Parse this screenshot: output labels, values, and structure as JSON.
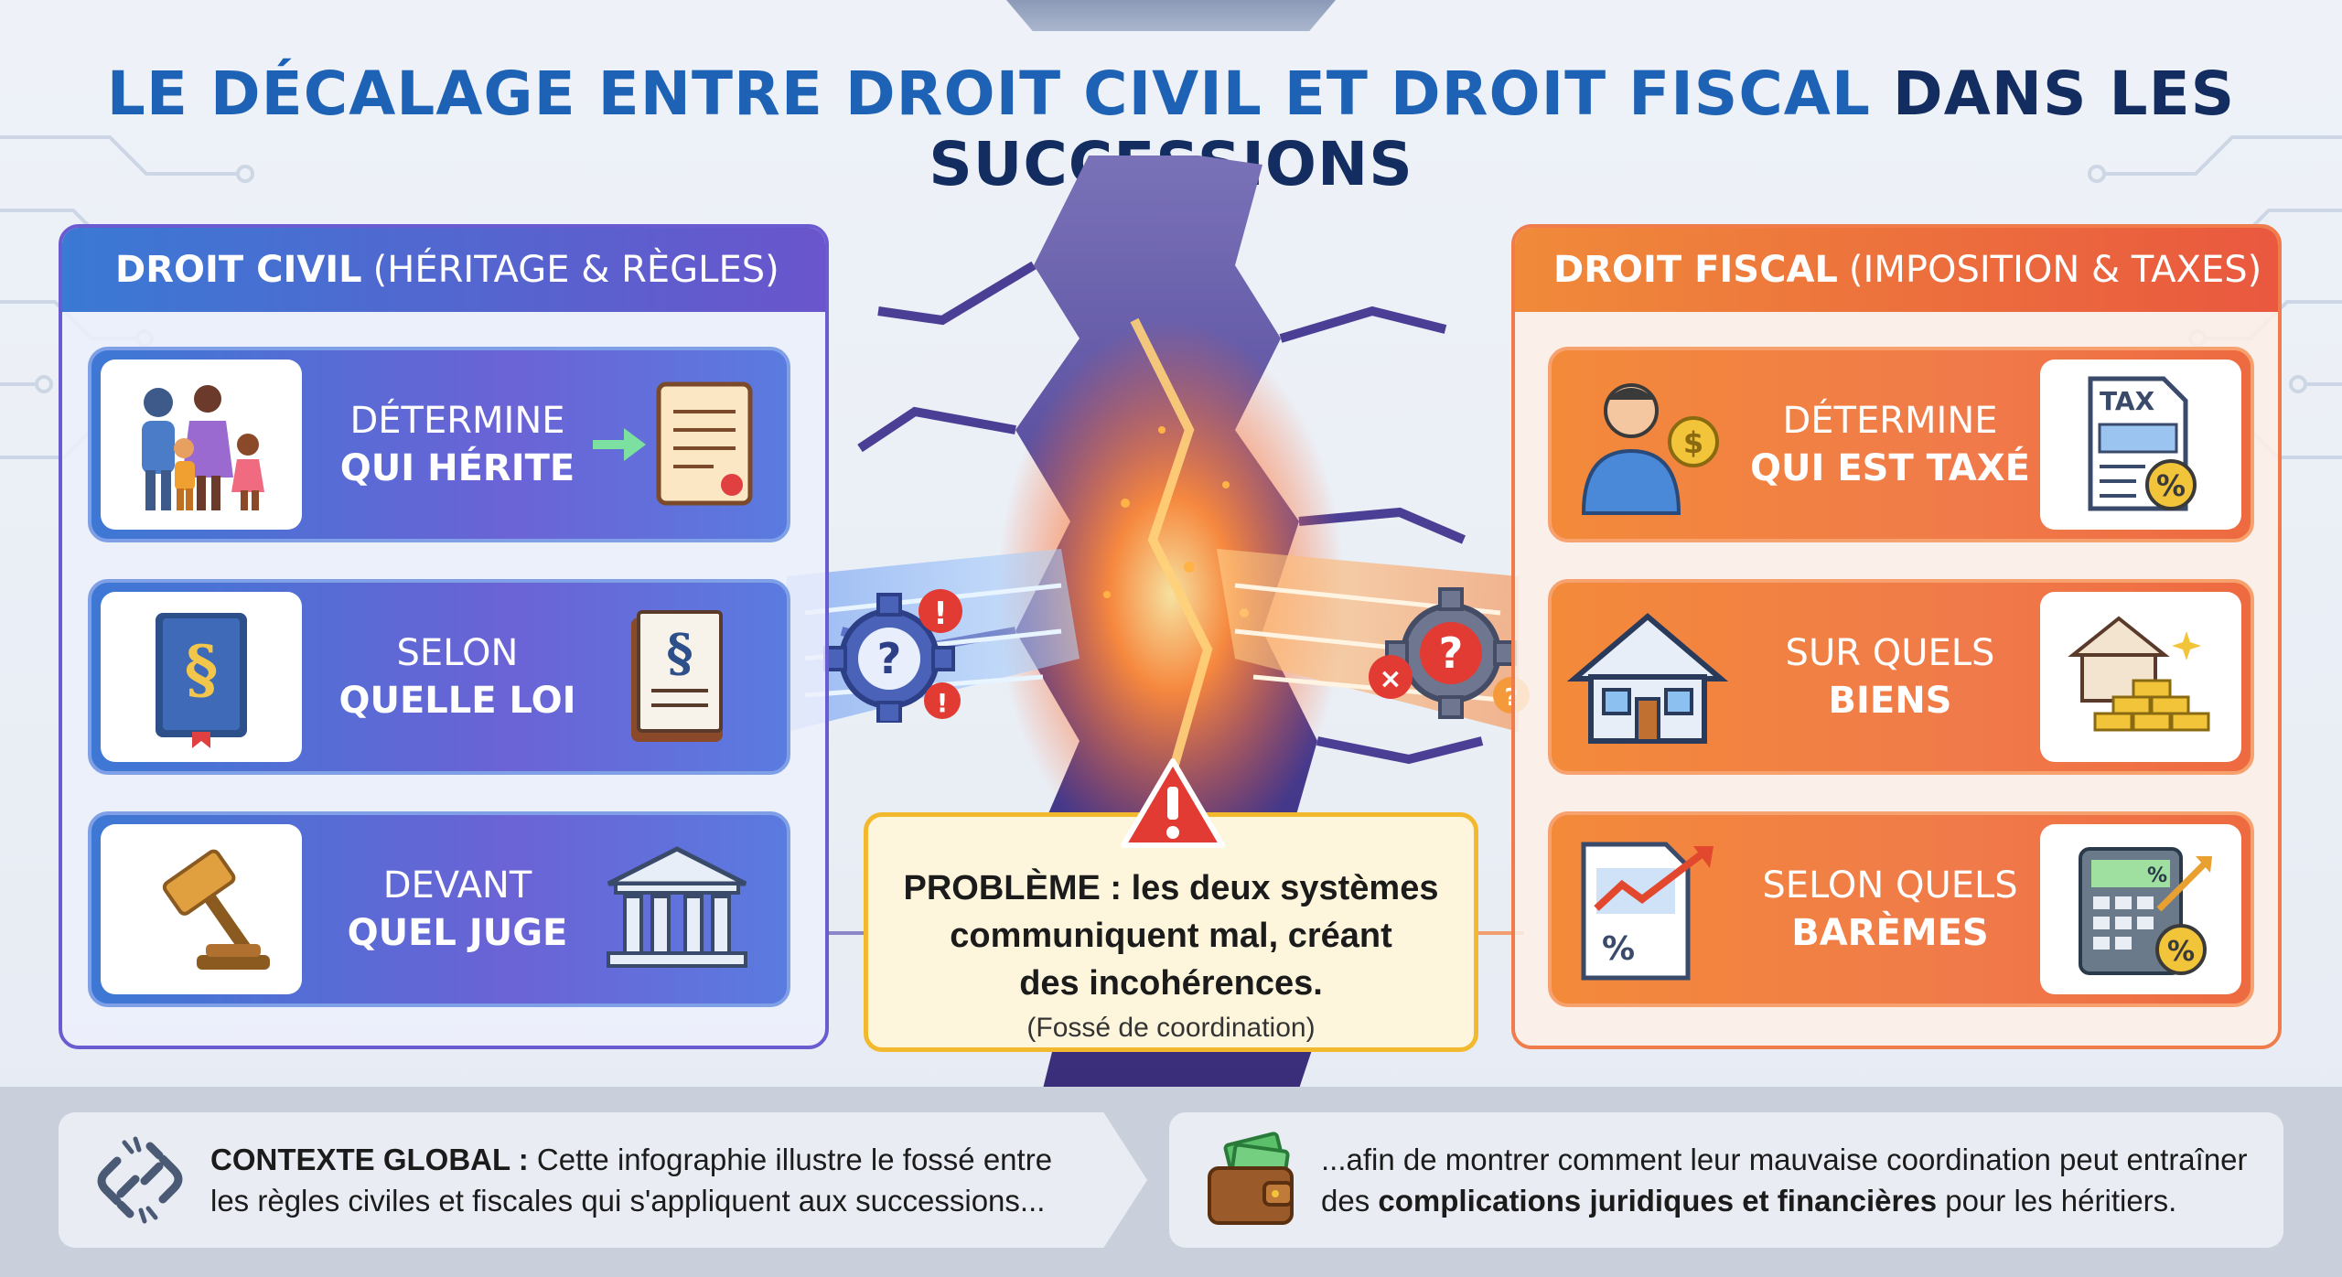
{
  "title": {
    "part1": "LE DÉCALAGE ENTRE DROIT CIVIL ET DROIT FISCAL",
    "part2": "DANS LES SUCCESSIONS"
  },
  "civil": {
    "header_bold": "DROIT CIVIL",
    "header_rest": "(HÉRITAGE & RÈGLES)",
    "rows": [
      {
        "line1": "DÉTERMINE",
        "line2": "QUI HÉRITE"
      },
      {
        "line1": "SELON",
        "line2": "QUELLE LOI"
      },
      {
        "line1": "DEVANT",
        "line2": "QUEL JUGE"
      }
    ]
  },
  "fiscal": {
    "header_bold": "DROIT FISCAL",
    "header_rest": "(IMPOSITION & TAXES)",
    "tax_label": "TAX",
    "rows": [
      {
        "line1": "DÉTERMINE",
        "line2": "QUI EST TAXÉ"
      },
      {
        "line1": "SUR QUELS",
        "line2": "BIENS"
      },
      {
        "line1": "SELON QUELS",
        "line2": "BARÈMES"
      }
    ]
  },
  "problem": {
    "bold": "PROBLÈME :",
    "line1_rest": "les deux systèmes",
    "line2": "communiquent mal, créant",
    "line3": "des incohérences.",
    "sub": "(Fossé de coordination)"
  },
  "footer": {
    "left_bold": "CONTEXTE GLOBAL :",
    "left_line1_rest": "Cette infographie illustre le fossé entre",
    "left_line2": "les règles civiles et fiscales qui s'appliquent aux successions...",
    "right_line1": "...afin de montrer comment leur mauvaise coordination peut entraîner",
    "right_pre": "des",
    "right_bold": "complications juridiques et financières",
    "right_post": "pour les héritiers."
  }
}
